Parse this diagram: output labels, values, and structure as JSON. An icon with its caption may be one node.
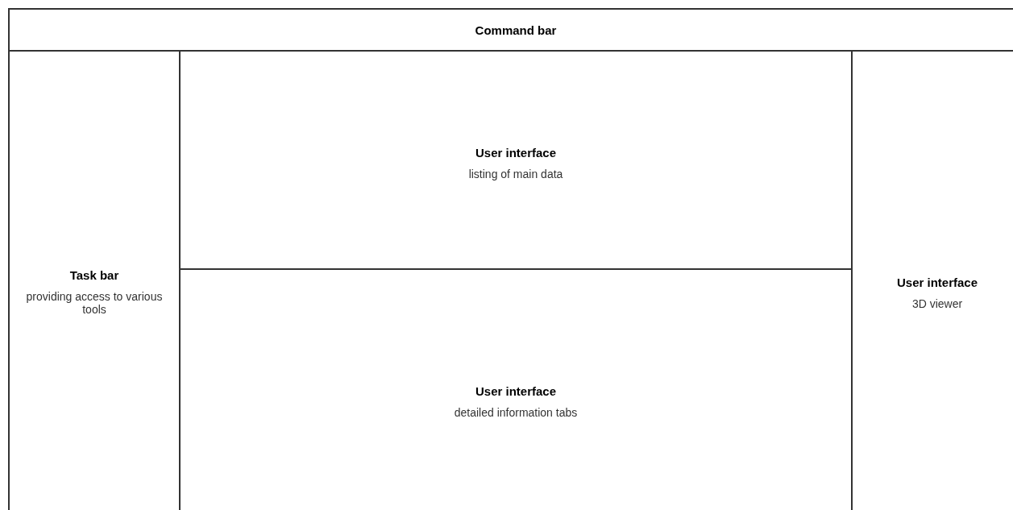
{
  "diagram": {
    "nodes": [
      {
        "text": [
          "Command bar"
        ]
      },
      {
        "text": [
          "Task bar",
          "providing access to various tools"
        ]
      },
      {
        "text": [
          "User interface",
          "listing of main data"
        ]
      },
      {
        "text": [
          "User interface",
          "detailed information tabs"
        ]
      },
      {
        "text": [
          "User interface",
          "3D viewer"
        ]
      }
    ]
  }
}
